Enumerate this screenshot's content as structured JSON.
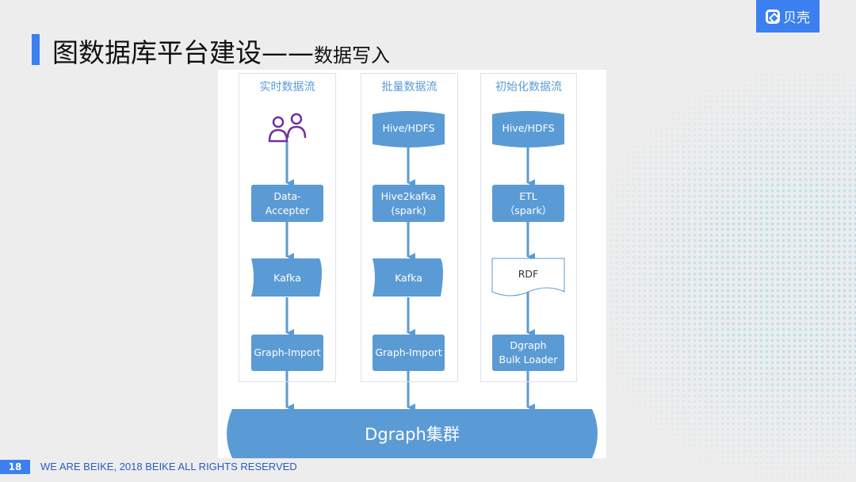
{
  "logo": {
    "text": "贝壳"
  },
  "title": {
    "main": "图数据库平台建设——",
    "sub": "数据写入"
  },
  "columns": [
    {
      "header": "实时数据流",
      "nodes": [
        "Data-\nAccepter",
        "Kafka",
        "Graph-Import"
      ]
    },
    {
      "header": "批量数据流",
      "source": "Hive/HDFS",
      "nodes": [
        "Hive2kafka\n(spark)",
        "Kafka",
        "Graph-Import"
      ]
    },
    {
      "header": "初始化数据流",
      "source": "Hive/HDFS",
      "nodes": [
        "ETL\n（spark）",
        "RDF",
        "Dgraph\nBulk Loader"
      ]
    }
  ],
  "cluster": "Dgraph集群",
  "footer": {
    "page": "18",
    "text": "WE ARE BEIKE, 2018 BEIKE ALL RIGHTS RESERVED"
  },
  "colors": {
    "accent": "#3b7ff0",
    "node": "#5b9bd5",
    "users_icon": "#7030a0"
  }
}
